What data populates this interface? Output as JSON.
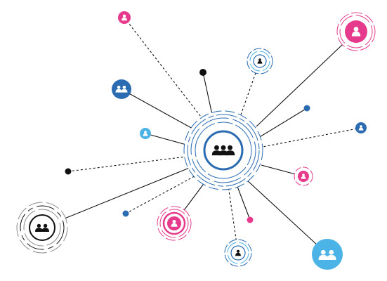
{
  "colors": {
    "blue": "#2a6bb2",
    "pink": "#e63b8c",
    "light_blue": "#4cb3e6",
    "black": "#111111",
    "gray_ring": "#8a8a8a"
  },
  "center": {
    "icon": "group-of-people-icon",
    "color": "#2a6bb2"
  },
  "nodes": [
    {
      "id": "n1",
      "type": "person",
      "color": "#e63b8c",
      "rings": "none",
      "link": "dashed"
    },
    {
      "id": "n2",
      "type": "person",
      "color": "#e63b8c",
      "rings": "pink",
      "link": "solid"
    },
    {
      "id": "n3",
      "type": "person",
      "color": "#111111",
      "rings": "blue",
      "link": "dashed"
    },
    {
      "id": "n4",
      "type": "dot",
      "color": "#111111",
      "rings": "none",
      "link": "solid"
    },
    {
      "id": "n5",
      "type": "group",
      "color": "#2a6bb2",
      "rings": "none",
      "link": "solid"
    },
    {
      "id": "n6",
      "type": "dot",
      "color": "#2a6bb2",
      "rings": "none",
      "link": "solid"
    },
    {
      "id": "n7",
      "type": "person",
      "color": "#2a6bb2",
      "rings": "none",
      "link": "dashed"
    },
    {
      "id": "n8",
      "type": "person",
      "color": "#4cb3e6",
      "rings": "none",
      "link": "solid"
    },
    {
      "id": "n9",
      "type": "dot",
      "color": "#111111",
      "rings": "none",
      "link": "dashed"
    },
    {
      "id": "n10",
      "type": "person",
      "color": "#e63b8c",
      "rings": "pink",
      "link": "solid"
    },
    {
      "id": "n11",
      "type": "group",
      "color": "#111111",
      "rings": "gray",
      "link": "solid"
    },
    {
      "id": "n12",
      "type": "dot",
      "color": "#2a6bb2",
      "rings": "none",
      "link": "dashed"
    },
    {
      "id": "n13",
      "type": "person",
      "color": "#e63b8c",
      "rings": "pink",
      "link": "solid"
    },
    {
      "id": "n14",
      "type": "dot",
      "color": "#e63b8c",
      "rings": "none",
      "link": "solid"
    },
    {
      "id": "n15",
      "type": "person",
      "color": "#111111",
      "rings": "blue",
      "link": "dashed"
    },
    {
      "id": "n16",
      "type": "group",
      "color": "#4cb3e6",
      "rings": "none",
      "link": "solid"
    }
  ]
}
